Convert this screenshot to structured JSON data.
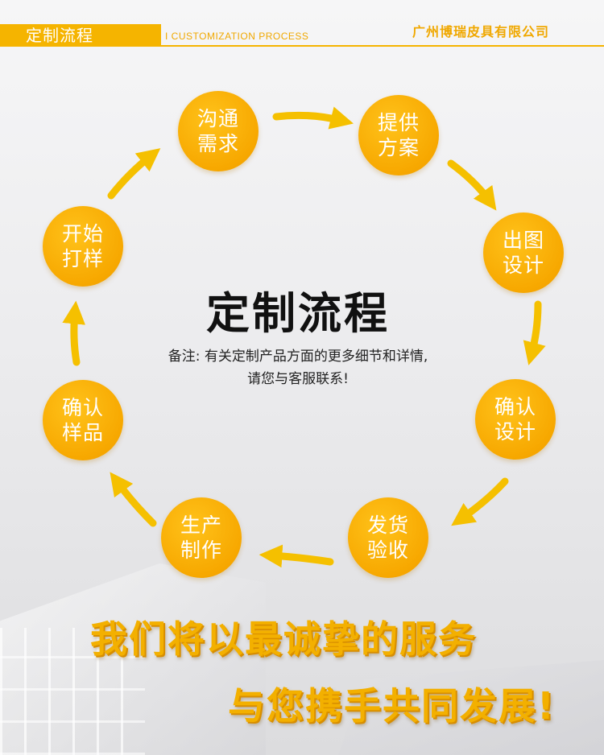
{
  "header": {
    "tab_label": "定制流程",
    "subtitle": "I CUSTOMIZATION PROCESS",
    "company": "广州博瑞皮具有限公司"
  },
  "steps": [
    {
      "line1": "沟通",
      "line2": "需求"
    },
    {
      "line1": "提供",
      "line2": "方案"
    },
    {
      "line1": "出图",
      "line2": "设计"
    },
    {
      "line1": "确认",
      "line2": "设计"
    },
    {
      "line1": "发货",
      "line2": "验收"
    },
    {
      "line1": "生产",
      "line2": "制作"
    },
    {
      "line1": "确认",
      "line2": "样品"
    },
    {
      "line1": "开始",
      "line2": "打样"
    }
  ],
  "center": {
    "title": "定制流程",
    "note_line1": "备注: 有关定制产品方面的更多细节和详情,",
    "note_line2": "请您与客服联系!"
  },
  "slogan": {
    "line1": "我们将以最诚挚的服务",
    "line2": "与您携手共同发展!"
  },
  "colors": {
    "accent": "#f5b400",
    "circle": "#f7a800",
    "arrow": "#f5c000",
    "title": "#111111"
  }
}
